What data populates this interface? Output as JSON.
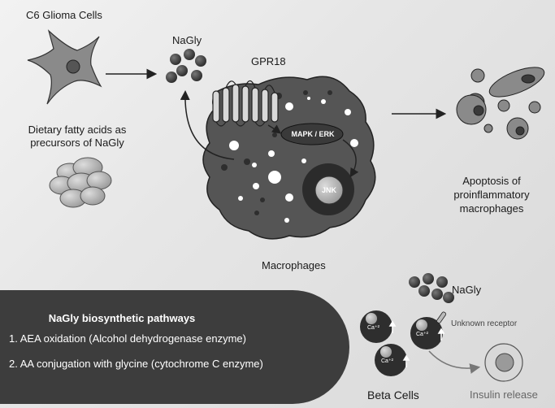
{
  "labels": {
    "c6_glioma": "C6 Glioma Cells",
    "dietary_line1": "Dietary fatty acids as",
    "dietary_line2": "precursors of NaGly",
    "nagly_top": "NaGly",
    "gpr18": "GPR18",
    "mapk_erk": "MAPK / ERK",
    "jnk": "JNK",
    "macrophages": "Macrophages",
    "apoptosis_line1": "Apoptosis of",
    "apoptosis_line2": "proinflammatory",
    "apoptosis_line3": "macrophages",
    "nagly_bottom": "NaGly",
    "unknown_receptor": "Unknown receptor",
    "calcium": "Ca⁺²",
    "beta_cells": "Beta Cells",
    "insulin_release": "Insulin release"
  },
  "pathways": {
    "title": "NaGly biosynthetic pathways",
    "items": [
      "1. AEA oxidation (Alcohol dehydrogenase enzyme)",
      "2. AA conjugation with glycine (cytochrome C enzyme)"
    ]
  },
  "colors": {
    "background": "#e6e6e6",
    "macrophage": "#555555",
    "dark_box": "#3d3d3d",
    "nagly_molecule": "#3a3a3a"
  }
}
